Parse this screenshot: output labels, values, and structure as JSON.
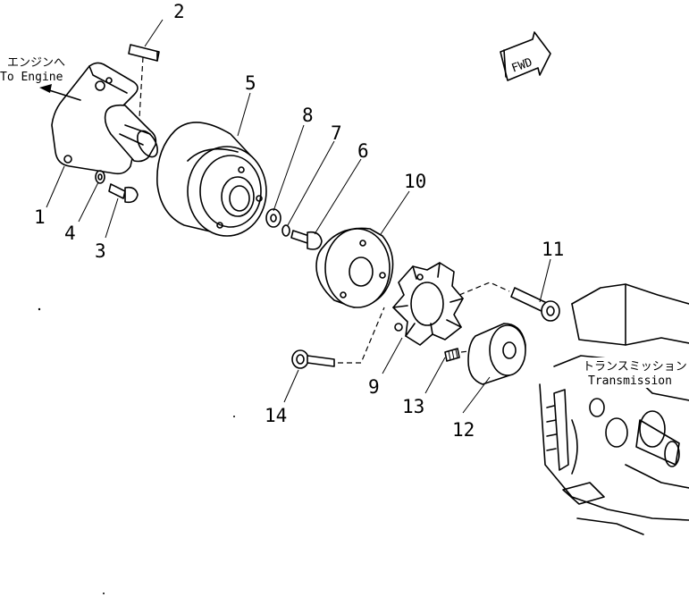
{
  "callouts": {
    "engine_jp": "エンジンへ",
    "engine_en": "To Engine",
    "transmission_jp": "トランスミッション",
    "transmission_en": "Transmission",
    "fwd": "FWD"
  },
  "part_numbers": [
    "1",
    "2",
    "3",
    "4",
    "5",
    "6",
    "7",
    "8",
    "9",
    "10",
    "11",
    "12",
    "13",
    "14"
  ]
}
